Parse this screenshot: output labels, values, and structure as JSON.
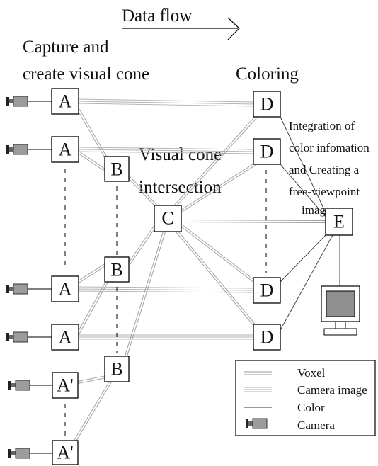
{
  "header": {
    "data_flow": "Data flow"
  },
  "stage_labels": {
    "capture": [
      "Capture and",
      "create visual cone"
    ],
    "intersection": [
      "Visual cone",
      "intersection"
    ],
    "coloring": "Coloring",
    "integration": [
      "Integration of",
      "color infomation",
      "and Creating a",
      "free-viewpoint",
      "image"
    ]
  },
  "nodes": {
    "a1": "A",
    "a2": "A",
    "a3": "A",
    "a4": "A",
    "a5": "A'",
    "a6": "A'",
    "b1": "B",
    "b2": "B",
    "b3": "B",
    "c": "C",
    "d1": "D",
    "d2": "D",
    "d3": "D",
    "d4": "D",
    "e": "E"
  },
  "legend": {
    "voxel": "Voxel",
    "camera_image": "Camera image",
    "color": "Color",
    "camera": "Camera"
  },
  "colors": {
    "voxel_line": "#9a9a9a",
    "camera_image_line": "#b0b0b0",
    "color_line": "#333333",
    "monitor_screen": "#8f8f8f"
  }
}
